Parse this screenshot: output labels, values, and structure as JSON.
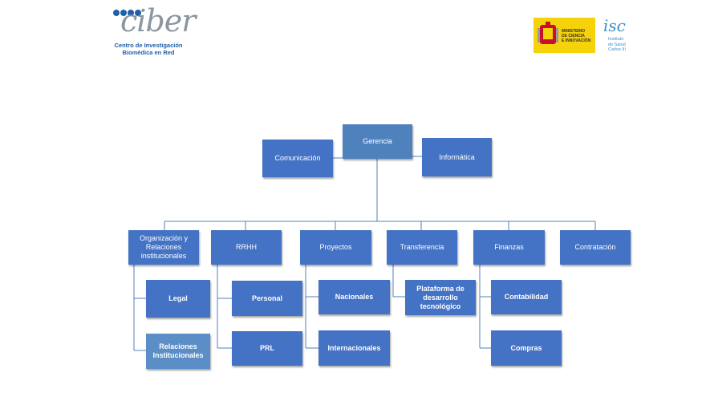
{
  "logos": {
    "ciber": {
      "word": "ciber",
      "line1": "Centro de Investigación",
      "line2": "Biomédica en Red"
    },
    "ministerio": {
      "line1": "MINISTERIO",
      "line2": "DE CIENCIA",
      "line3": "E INNOVACIÓN"
    },
    "isciii": {
      "mark": "isc",
      "line1": "Instituto",
      "line2": "de Salud",
      "line3": "Carlos III"
    }
  },
  "org": {
    "gerencia": "Gerencia",
    "comunicacion": "Comunicación",
    "informatica": "Informática",
    "departments": {
      "organizacion": "Organización y Relaciones institucionales",
      "rrhh": "RRHH",
      "proyectos": "Proyectos",
      "transferencia": "Transferencia",
      "finanzas": "Finanzas",
      "contratacion": "Contratación"
    },
    "sub": {
      "legal": "Legal",
      "relaciones": "Relaciones Institucionales",
      "personal": "Personal",
      "prl": "PRL",
      "nacionales": "Nacionales",
      "internacionales": "Internacionales",
      "plataforma": "Plataforma de desarrollo tecnológico",
      "contabilidad": "Contabilidad",
      "compras": "Compras"
    }
  }
}
